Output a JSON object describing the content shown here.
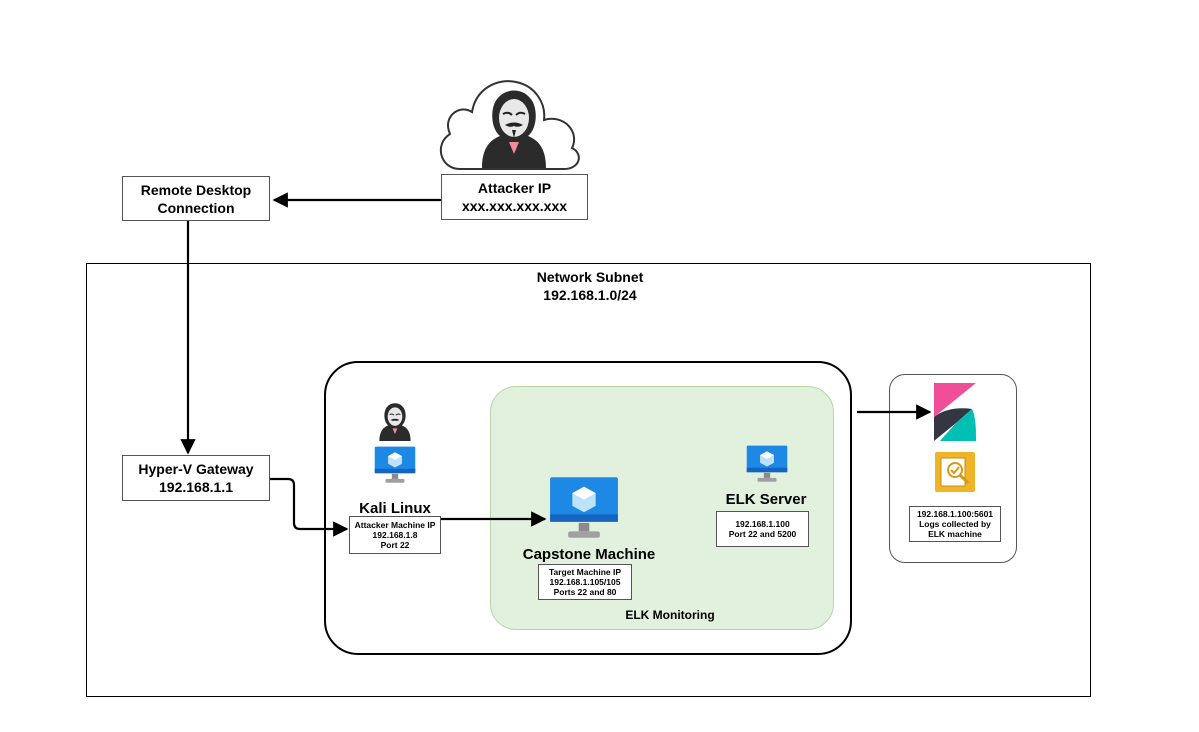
{
  "attacker": {
    "label": "Attacker IP",
    "ip": "xxx.xxx.xxx.xxx"
  },
  "rdp": {
    "line1": "Remote Desktop",
    "line2": "Connection"
  },
  "subnet": {
    "title": "Network Subnet",
    "cidr": "192.168.1.0/24"
  },
  "gateway": {
    "name": "Hyper-V Gateway",
    "ip": "192.168.1.1"
  },
  "kali": {
    "name": "Kali Linux",
    "details": [
      "Attacker Machine IP",
      "192.168.1.8",
      "Port 22"
    ]
  },
  "capstone": {
    "name": "Capstone Machine",
    "details": [
      "Target Machine IP",
      "192.168.1.105/105",
      "Ports 22 and 80"
    ]
  },
  "elk": {
    "name": "ELK Server",
    "details": [
      "192.168.1.100",
      "Port 22 and 5200"
    ]
  },
  "monitoring": {
    "label": "ELK Monitoring"
  },
  "kibana": {
    "details": [
      "192.168.1.100:5601",
      "Logs collected by",
      "ELK machine"
    ]
  },
  "colors": {
    "vm_blue": "#1e88e5",
    "monitor_green": "#e2f0de",
    "kibana_pink": "#f04e98",
    "kibana_teal": "#00bfb3",
    "kibana_yellow": "#f0b428"
  }
}
